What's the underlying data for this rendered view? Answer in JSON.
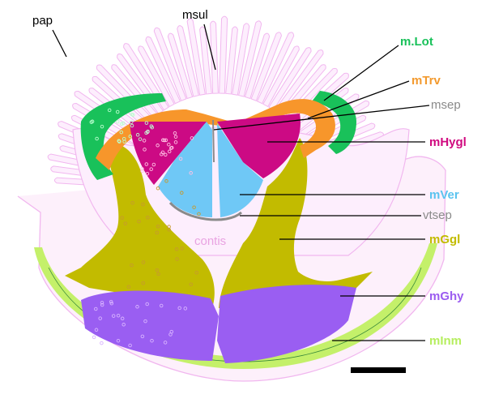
{
  "labels": {
    "pap": {
      "text": "pap",
      "color": "#000000"
    },
    "msul": {
      "text": "msul",
      "color": "#000000"
    },
    "mlot": {
      "text": "m.Lot",
      "color": "#19c15a"
    },
    "mtrv": {
      "text": "mTrv",
      "color": "#f39a2e"
    },
    "msep": {
      "text": "msep",
      "color": "#8a8a8a"
    },
    "mhygl": {
      "text": "mHygl",
      "color": "#d0097f"
    },
    "mver": {
      "text": "mVer",
      "color": "#5bc3ef"
    },
    "vtsep": {
      "text": "vtsep",
      "color": "#8a8a8a"
    },
    "mggl": {
      "text": "mGgl",
      "color": "#c2bb00"
    },
    "mghy": {
      "text": "mGhy",
      "color": "#9b5cf0"
    },
    "minm": {
      "text": "mInm",
      "color": "#b6ee5f"
    },
    "contis": {
      "text": "contis",
      "color": "#e9a3e2"
    }
  },
  "colors": {
    "papilla_outline": "#f1b7ef",
    "papilla_fill": "#fdeefd",
    "mlot": "#19c15a",
    "mtrv": "#f7962b",
    "mhygl": "#cc0a84",
    "mver": "#6fc8f6",
    "mggl": "#c2bb00",
    "mghy": "#9a5ef2",
    "minm": "#c4f06a",
    "septum": "#8a8a8a",
    "scale_bar": "#000000"
  },
  "scale_bar": {
    "label": ""
  }
}
